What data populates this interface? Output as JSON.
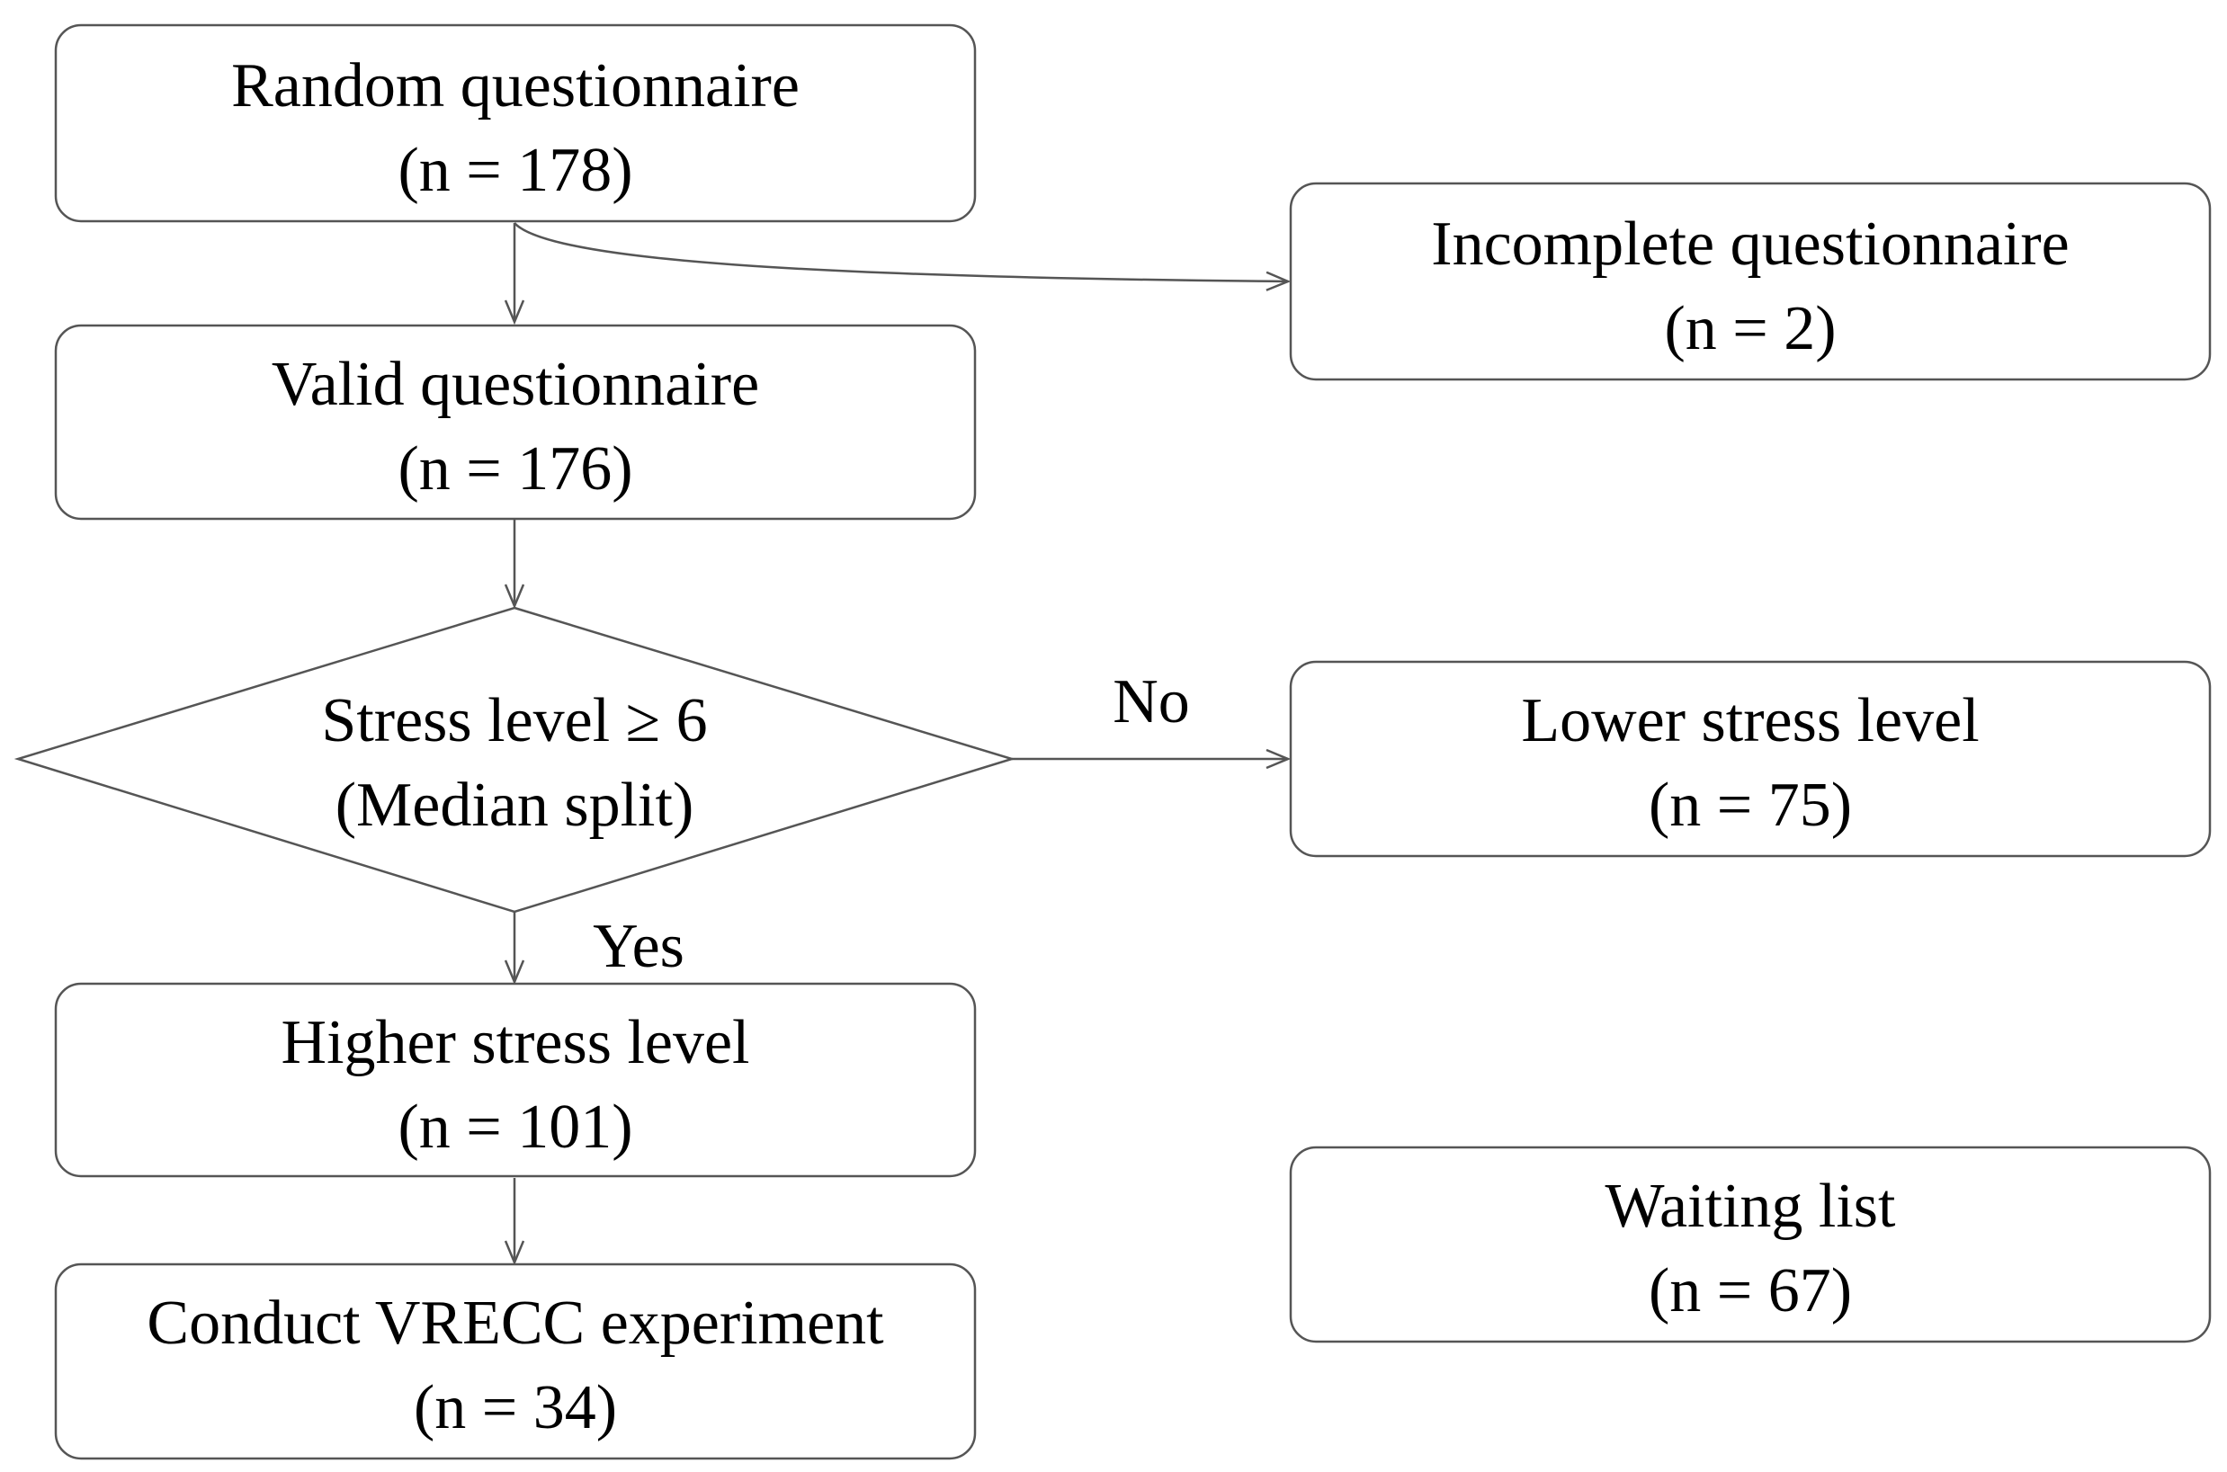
{
  "nodes": {
    "random": {
      "title": "Random questionnaire",
      "count": "(n = 178)"
    },
    "incomplete": {
      "title": "Incomplete questionnaire",
      "count": "(n = 2)"
    },
    "valid": {
      "title": "Valid questionnaire",
      "count": "(n = 176)"
    },
    "decision": {
      "title": "Stress level ≥ 6",
      "subtitle": "(Median split)"
    },
    "lower": {
      "title": "Lower stress level",
      "count": "(n = 75)"
    },
    "higher": {
      "title": "Higher stress level",
      "count": "(n = 101)"
    },
    "conduct": {
      "title": "Conduct VRECC experiment",
      "count": "(n = 34)"
    },
    "waiting": {
      "title": "Waiting list",
      "count": "(n = 67)"
    }
  },
  "edges": {
    "no_label": "No",
    "yes_label": "Yes"
  },
  "colors": {
    "stroke": "#555555",
    "text": "#000000",
    "background": "#ffffff"
  }
}
